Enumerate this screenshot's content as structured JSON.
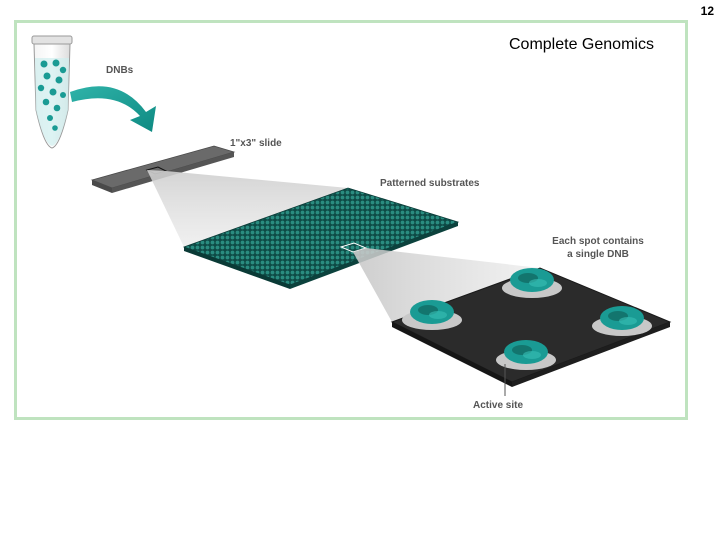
{
  "page_number": "12",
  "caption": "Complete Genomics",
  "labels": {
    "dnbs": "DNBs",
    "slide": "1\"x3\" slide",
    "patterned": "Patterned substrates",
    "each_spot_line1": "Each spot contains",
    "each_spot_line2": "a single DNB",
    "active_site": "Active site"
  },
  "colors": {
    "teal": "#1a9b94",
    "dark_teal": "#0f5c55",
    "slide_gray": "#6a6a6a",
    "chip_black": "#2b2b2b",
    "frame_green": "#bfe3bf"
  }
}
